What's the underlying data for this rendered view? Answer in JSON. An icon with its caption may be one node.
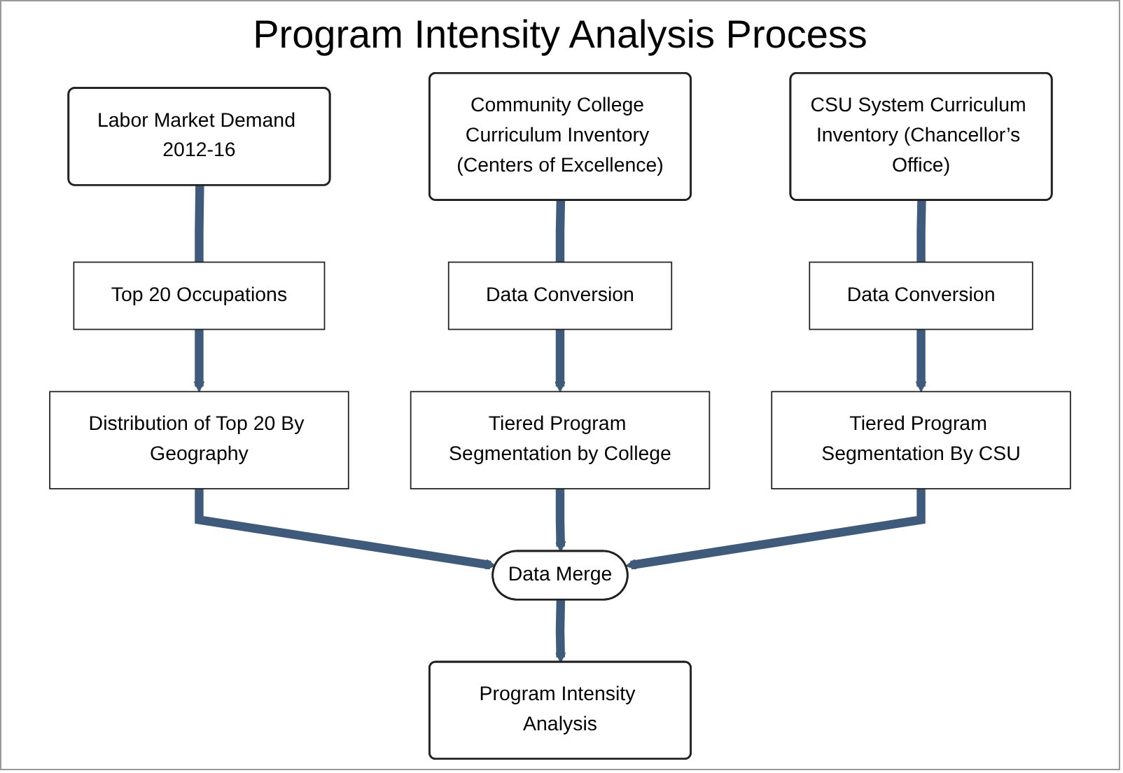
{
  "diagram": {
    "title": "Program Intensity Analysis Process",
    "nodes": [
      {
        "text": [
          "Labor Market Demand 2012-16"
        ]
      },
      {
        "text": [
          "Community College Curriculum Inventory (Centers of Excellence)"
        ]
      },
      {
        "text": [
          "CSU System Curriculum Inventory (Chancellor’s Office)"
        ]
      },
      {
        "text": [
          "Top 20 Occupations"
        ]
      },
      {
        "text": [
          "Data Conversion"
        ]
      },
      {
        "text": [
          "Data Conversion"
        ]
      },
      {
        "text": [
          "Distribution of Top 20 By Geography"
        ]
      },
      {
        "text": [
          "Tiered Program Segmentation by College"
        ]
      },
      {
        "text": [
          "Tiered Program Segmentation By CSU"
        ]
      },
      {
        "text": [
          "Data Merge"
        ]
      },
      {
        "text": [
          "Program Intensity Analysis"
        ]
      }
    ],
    "edges": [
      {
        "from": 0,
        "to": 3,
        "arrow": "none"
      },
      {
        "from": 1,
        "to": 4,
        "arrow": "none"
      },
      {
        "from": 2,
        "to": 5,
        "arrow": "none"
      },
      {
        "from": 3,
        "to": 6,
        "arrow": "to"
      },
      {
        "from": 4,
        "to": 7,
        "arrow": "to"
      },
      {
        "from": 5,
        "to": 8,
        "arrow": "to"
      },
      {
        "from": 6,
        "to": 9,
        "arrow": "to"
      },
      {
        "from": 7,
        "to": 9,
        "arrow": "to"
      },
      {
        "from": 8,
        "to": 9,
        "arrow": "to"
      },
      {
        "from": 9,
        "to": 10,
        "arrow": "to"
      }
    ]
  }
}
